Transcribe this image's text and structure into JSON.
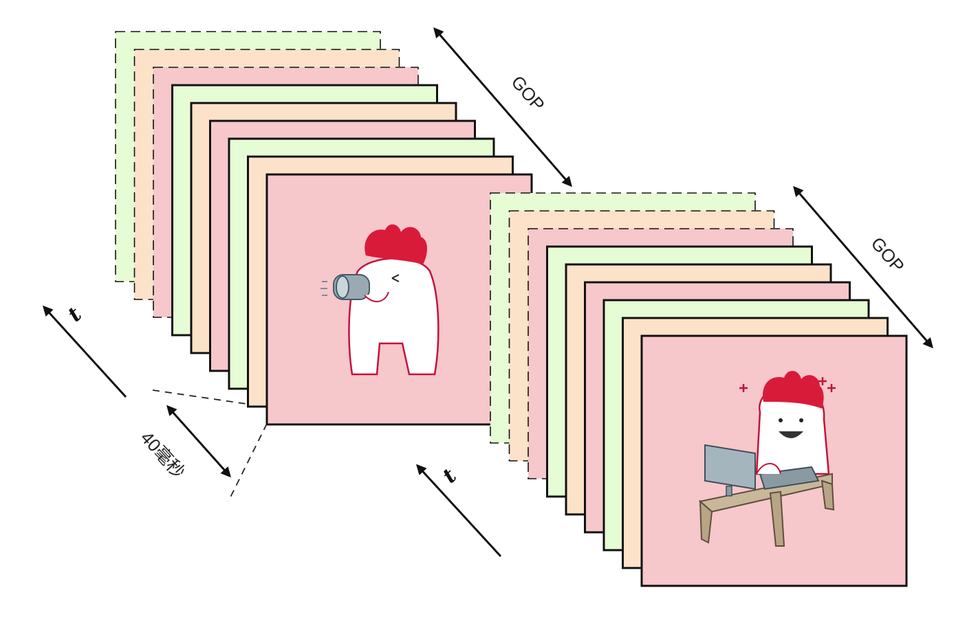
{
  "labels": {
    "gop_upper": "GOP",
    "gop_lower": "GOP",
    "time_left": "t",
    "time_bottom": "t",
    "frame_interval": "40毫秒"
  },
  "colors": {
    "green": "#e6fcd5",
    "peach": "#fbe2c9",
    "pink": "#f6c7cb",
    "line": "#111111",
    "mascot_hair": "#d91b3a",
    "mascot_body": "#ffffff"
  },
  "groups": [
    {
      "name": "gop-stack-1",
      "frame_colors": [
        "green",
        "peach",
        "pink",
        "green",
        "peach",
        "pink",
        "green",
        "peach",
        "pink"
      ],
      "dashed": [
        true,
        true,
        true,
        false,
        false,
        false,
        false,
        false,
        false
      ],
      "front_illustration": "mascot-with-binoculars"
    },
    {
      "name": "gop-stack-2",
      "frame_colors": [
        "green",
        "peach",
        "pink",
        "green",
        "peach",
        "pink",
        "green",
        "peach",
        "pink"
      ],
      "dashed": [
        true,
        true,
        true,
        false,
        false,
        false,
        false,
        false,
        false
      ],
      "front_illustration": "mascot-at-computer"
    }
  ]
}
